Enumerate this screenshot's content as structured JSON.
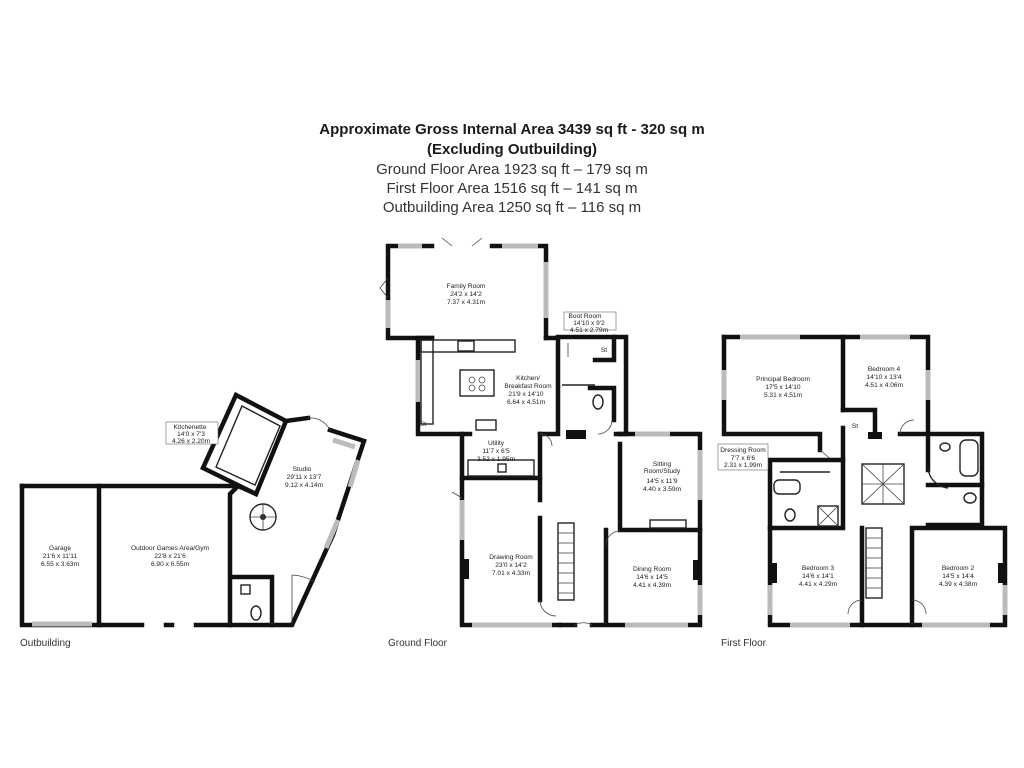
{
  "header": {
    "line1": "Approximate Gross Internal Area 3439 sq ft - 320 sq m",
    "line2": "(Excluding Outbuilding)",
    "line3": "Ground Floor Area 1923 sq ft – 179 sq m",
    "line4": "First Floor Area 1516 sq ft – 141 sq m",
    "line5": "Outbuilding Area 1250 sq ft – 116 sq m"
  },
  "floors": {
    "outbuilding": "Outbuilding",
    "ground": "Ground Floor",
    "first": "First Floor"
  },
  "rooms": {
    "family_room": {
      "name": "Family Room",
      "imperial": "24'2 x 14'2",
      "metric": "7.37 x 4.31m"
    },
    "boot_room": {
      "name": "Boot Room",
      "imperial": "14'10 x 9'2",
      "metric": "4.51 x 2.79m"
    },
    "kitchen": {
      "name": "Kitchen/",
      "name2": "Breakfast Room",
      "imperial": "21'9 x 14'10",
      "metric": "6.64 x 4.51m"
    },
    "utility": {
      "name": "Utility",
      "imperial": "11'7 x 6'5",
      "metric": "3.52 x 1.95m"
    },
    "sitting_room": {
      "name": "Sitting",
      "name2": "Room/Study",
      "imperial": "14'5 x 11'9",
      "metric": "4.40 x 3.59m"
    },
    "drawing_room": {
      "name": "Drawing Room",
      "imperial": "23'0 x 14'2",
      "metric": "7.01 x 4.33m"
    },
    "dining_room": {
      "name": "Dining Room",
      "imperial": "14'6 x 14'5",
      "metric": "4.41 x 4.39m"
    },
    "principal_bedroom": {
      "name": "Principal Bedroom",
      "imperial": "17'5 x 14'10",
      "metric": "5.31 x 4.51m"
    },
    "bedroom4": {
      "name": "Bedroom 4",
      "imperial": "14'10 x 13'4",
      "metric": "4.51 x 4.06m"
    },
    "dressing_room": {
      "name": "Dressing Room",
      "imperial": "7'7 x 6'6",
      "metric": "2.31 x 1.99m"
    },
    "bedroom3": {
      "name": "Bedroom 3",
      "imperial": "14'6 x 14'1",
      "metric": "4.41 x 4.29m"
    },
    "bedroom2": {
      "name": "Bedroom 2",
      "imperial": "14'5 x 14'4",
      "metric": "4.39 x 4.38m"
    },
    "kitchenette": {
      "name": "Kitchenette",
      "imperial": "14'0 x 7'3",
      "metric": "4.26 x 2.20m"
    },
    "studio": {
      "name": "Studio",
      "imperial": "29'11 x 13'7",
      "metric": "9.12 x 4.14m"
    },
    "garage": {
      "name": "Garage",
      "imperial": "21'6 x 11'11",
      "metric": "6.55 x 3.63m"
    },
    "games": {
      "name": "Outdoor Games Area/Gym",
      "imperial": "22'8 x 21'6",
      "metric": "6.90 x 6.55m"
    }
  },
  "labels": {
    "st": "St"
  }
}
